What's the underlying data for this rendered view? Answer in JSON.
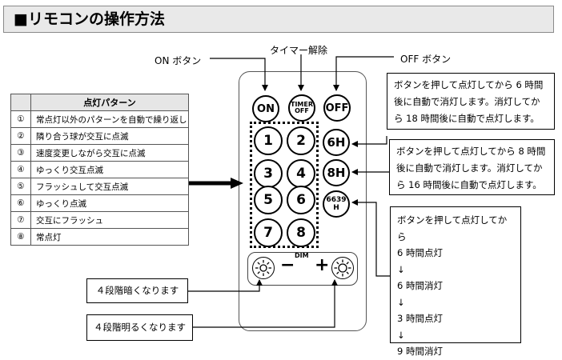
{
  "title": "■リモコンの操作方法",
  "callouts": {
    "on": "ON ボタン",
    "timer": "タイマー解除",
    "off": "OFF ボタン"
  },
  "table": {
    "header": "点灯パターン",
    "rows": [
      {
        "num": "①",
        "text": "常点灯以外のパターンを自動で繰り返し"
      },
      {
        "num": "②",
        "text": "隣り合う球が交互に点滅"
      },
      {
        "num": "③",
        "text": "速度変更しながら交互に点滅"
      },
      {
        "num": "④",
        "text": "ゆっくり交互点滅"
      },
      {
        "num": "⑤",
        "text": "フラッシュして交互点滅"
      },
      {
        "num": "⑥",
        "text": "ゆっくり点滅"
      },
      {
        "num": "⑦",
        "text": "交互にフラッシュ"
      },
      {
        "num": "⑧",
        "text": "常点灯"
      }
    ]
  },
  "remote": {
    "on": "ON",
    "timer_line1": "TIMER",
    "timer_line2": "OFF",
    "off": "OFF",
    "numbers": [
      "1",
      "2",
      "3",
      "4",
      "5",
      "6",
      "7",
      "8"
    ],
    "h6": "6H",
    "h8": "8H",
    "h6639_line1": "6639",
    "h6639_line2": "H",
    "dim": "DIM",
    "minus": "−",
    "plus": "+"
  },
  "info": {
    "box6h": "ボタンを押して点灯してから 6 時間後に自動で消灯します。消灯してから 18 時間後に自動で点灯します。",
    "box8h": "ボタンを押して点灯してから 8 時間後に自動で消灯します。消灯してから 16 時間後に自動で点灯します。",
    "box6639": [
      "ボタンを押して点灯してから",
      "6 時間点灯",
      "↓",
      "6 時間消灯",
      "↓",
      "3 時間点灯",
      "↓",
      "9 時間消灯"
    ]
  },
  "dim_notes": {
    "darker": "４段階暗くなります",
    "brighter": "４段階明るくなります"
  }
}
